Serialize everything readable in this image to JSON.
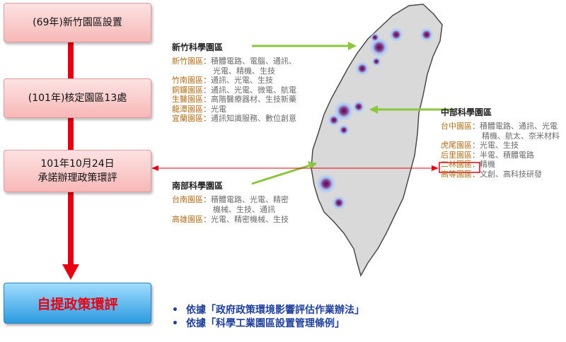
{
  "flow": {
    "step1": "(69年)新竹園區設置",
    "step2": "(101年)核定園區13處",
    "step3_line1": "101年10月24日",
    "step3_line2": "承諾辦理政策環評",
    "final": "自提政策環評"
  },
  "north": {
    "title": "新竹科學園區",
    "rows": [
      {
        "name": "新竹園區",
        "sep": "：",
        "desc": "積體電路、電腦、通訊、"
      },
      {
        "name": "",
        "sep": "",
        "desc": "光電、精機、生技"
      },
      {
        "name": "竹南園區",
        "sep": "：",
        "desc": "通訊、光電、生技"
      },
      {
        "name": "銅鑼園區",
        "sep": "：",
        "desc": "通訊、光電、微電、航電"
      },
      {
        "name": "生醫園區",
        "sep": "：",
        "desc": "高階醫療器材、生技新藥"
      },
      {
        "name": "龍潭園區",
        "sep": "：",
        "desc": "光電"
      },
      {
        "name": "宜蘭園區",
        "sep": "：",
        "desc": "通訊知識服務、數位創意"
      }
    ]
  },
  "central": {
    "title": "中部科學園區",
    "rows": [
      {
        "name": "台中園區",
        "sep": "：",
        "desc": "積體電路、通訊、光電"
      },
      {
        "name": "",
        "sep": "",
        "desc": "精機、航太、奈米材料"
      },
      {
        "name": "虎尾園區",
        "sep": "：",
        "desc": "光電、生技"
      },
      {
        "name": "后里園區",
        "sep": "：",
        "desc": "半電、積體電路"
      },
      {
        "name": "二林園區",
        "sep": "：",
        "desc": "精機"
      },
      {
        "name": "高等園區",
        "sep": "：",
        "desc": "文創、高科技研發"
      }
    ]
  },
  "south": {
    "title": "南部科學園區",
    "rows": [
      {
        "name": "台南園區",
        "sep": "：",
        "desc": "積體電路、光電、精密"
      },
      {
        "name": "",
        "sep": "",
        "desc": "機械、生技、通訊"
      },
      {
        "name": "高雄園區",
        "sep": "：",
        "desc": "光電、精密機械、生技"
      }
    ]
  },
  "basis": [
    {
      "bullet": "•",
      "text": "依據「政府政策環境影響評估作業辦法」"
    },
    {
      "bullet": "•",
      "text": "依據「科學工業園區設置管理條例」"
    }
  ],
  "colors": {
    "red": "#e60012",
    "green_arrow": "#8cc63f",
    "map": "#d9d9d9",
    "park_dot": "#6a1b6a",
    "bullet_blue": "#1f3f9a"
  }
}
